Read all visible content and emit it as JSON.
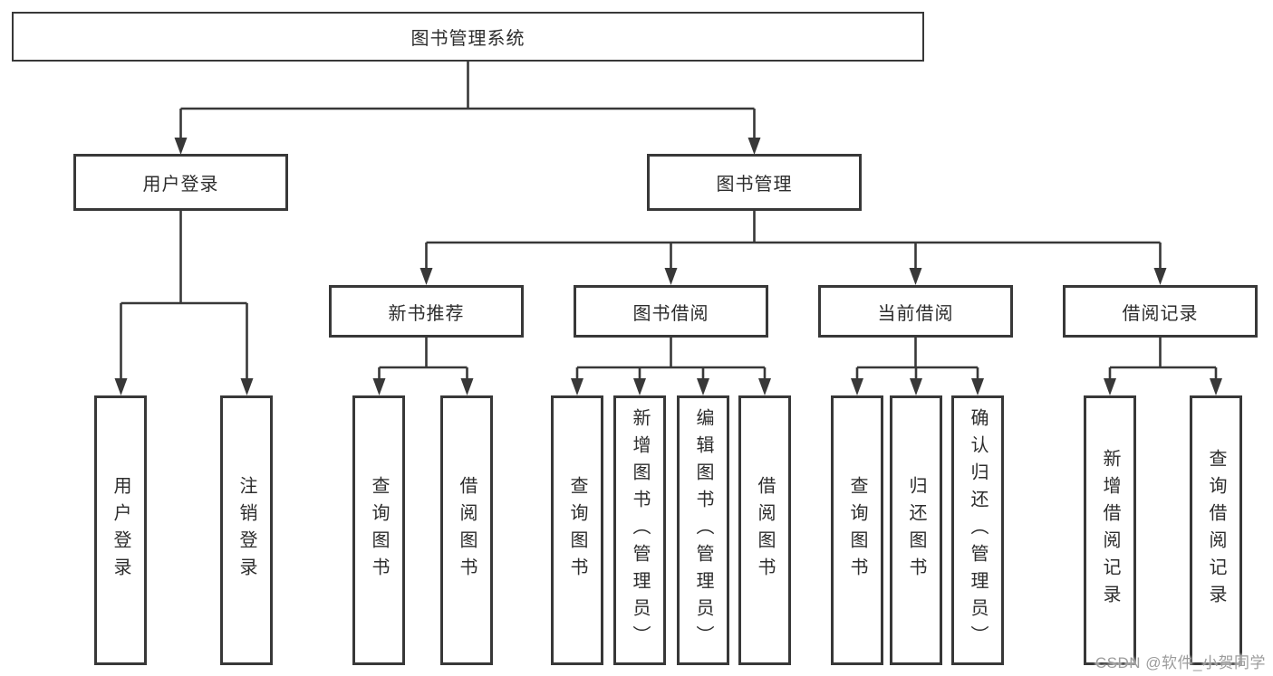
{
  "tree": {
    "root": {
      "label": "图书管理系统"
    },
    "level2": [
      {
        "label": "用户登录",
        "children": [
          {
            "label": "用户登录"
          },
          {
            "label": "注销登录"
          }
        ]
      },
      {
        "label": "图书管理",
        "children": [
          {
            "label": "新书推荐",
            "children": [
              {
                "label": "查询图书"
              },
              {
                "label": "借阅图书"
              }
            ]
          },
          {
            "label": "图书借阅",
            "children": [
              {
                "label": "查询图书"
              },
              {
                "label": "新增图书（管理员）"
              },
              {
                "label": "编辑图书（管理员）"
              },
              {
                "label": "借阅图书"
              }
            ]
          },
          {
            "label": "当前借阅",
            "children": [
              {
                "label": "查询图书"
              },
              {
                "label": "归还图书"
              },
              {
                "label": "确认归还（管理员）"
              }
            ]
          },
          {
            "label": "借阅记录",
            "children": [
              {
                "label": "新增借阅记录"
              },
              {
                "label": "查询借阅记录"
              }
            ]
          }
        ]
      }
    ]
  },
  "watermark": {
    "text": "CSDN @软件_小贺同学"
  },
  "colors": {
    "line": "#383838",
    "text": "#2d2d2d",
    "background": "#ffffff",
    "watermark": "#9c9c9c"
  }
}
